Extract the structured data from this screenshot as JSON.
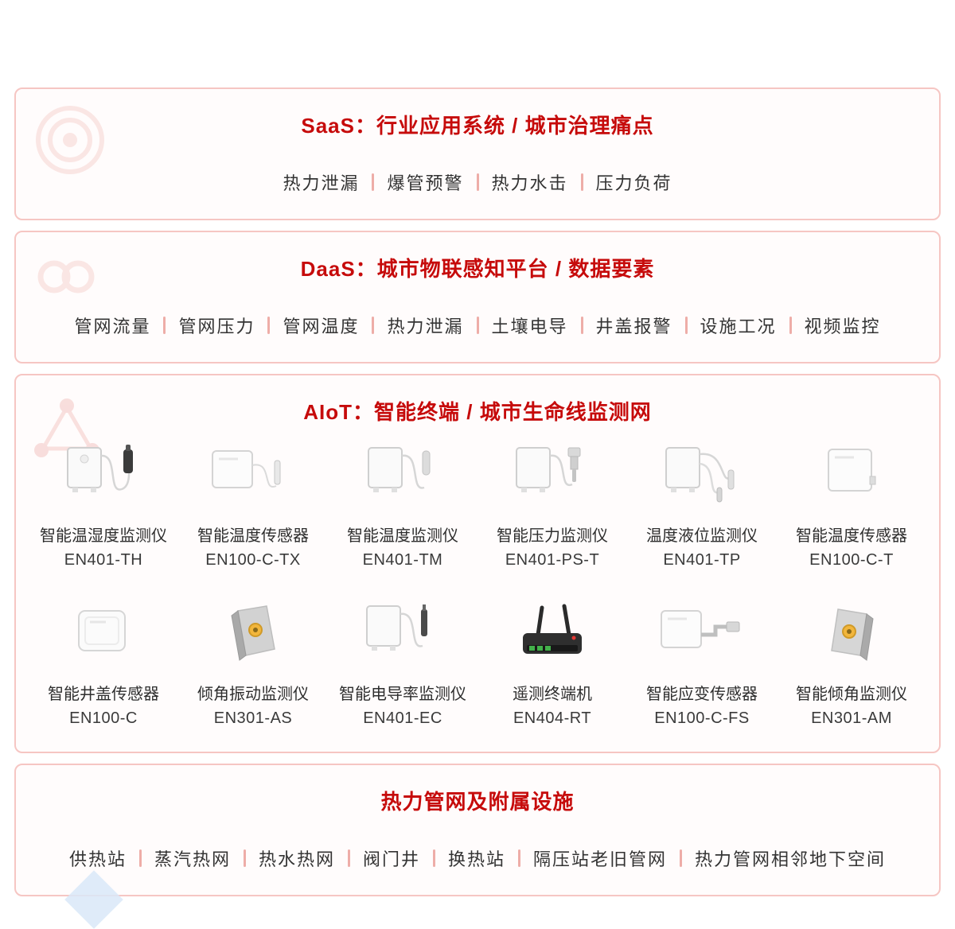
{
  "colors": {
    "accent_red": "#c60b0b",
    "panel_border_pink": "#f6c6c3",
    "divider_pink": "#eeada8",
    "text_dark": "#333333",
    "device_yellow": "#f2b63c",
    "router_black": "#2f2f2f",
    "watermark_pink": "#f8dbd8"
  },
  "icons": {
    "saas_watermark": "target-icon",
    "daas_watermark": "infinity-icon",
    "aiot_watermark": "network-triangle-icon",
    "corner": "blue-diamond-shape"
  },
  "sections": {
    "saas": {
      "title": "SaaS：行业应用系统 / 城市治理痛点",
      "items": [
        "热力泄漏",
        "爆管预警",
        "热力水击",
        "压力负荷"
      ]
    },
    "daas": {
      "title": "DaaS：城市物联感知平台 / 数据要素",
      "items": [
        "管网流量",
        "管网压力",
        "管网温度",
        "热力泄漏",
        "土壤电导",
        "井盖报警",
        "设施工况",
        "视频监控"
      ]
    },
    "aiot": {
      "title": "AIoT：智能终端 / 城市生命线监测网",
      "devices": [
        {
          "name": "智能温湿度监测仪",
          "model": "EN401-TH"
        },
        {
          "name": "智能温度传感器",
          "model": "EN100-C-TX"
        },
        {
          "name": "智能温度监测仪",
          "model": "EN401-TM"
        },
        {
          "name": "智能压力监测仪",
          "model": "EN401-PS-T"
        },
        {
          "name": "温度液位监测仪",
          "model": "EN401-TP"
        },
        {
          "name": "智能温度传感器",
          "model": "EN100-C-T"
        },
        {
          "name": "智能井盖传感器",
          "model": "EN100-C"
        },
        {
          "name": "倾角振动监测仪",
          "model": "EN301-AS"
        },
        {
          "name": "智能电导率监测仪",
          "model": "EN401-EC"
        },
        {
          "name": "遥测终端机",
          "model": "EN404-RT"
        },
        {
          "name": "智能应变传感器",
          "model": "EN100-C-FS"
        },
        {
          "name": "智能倾角监测仪",
          "model": "EN301-AM"
        }
      ]
    },
    "pipeline": {
      "title": "热力管网及附属设施",
      "items": [
        "供热站",
        "蒸汽热网",
        "热水热网",
        "阀门井",
        "换热站",
        "隔压站老旧管网",
        "热力管网相邻地下空间"
      ]
    }
  }
}
